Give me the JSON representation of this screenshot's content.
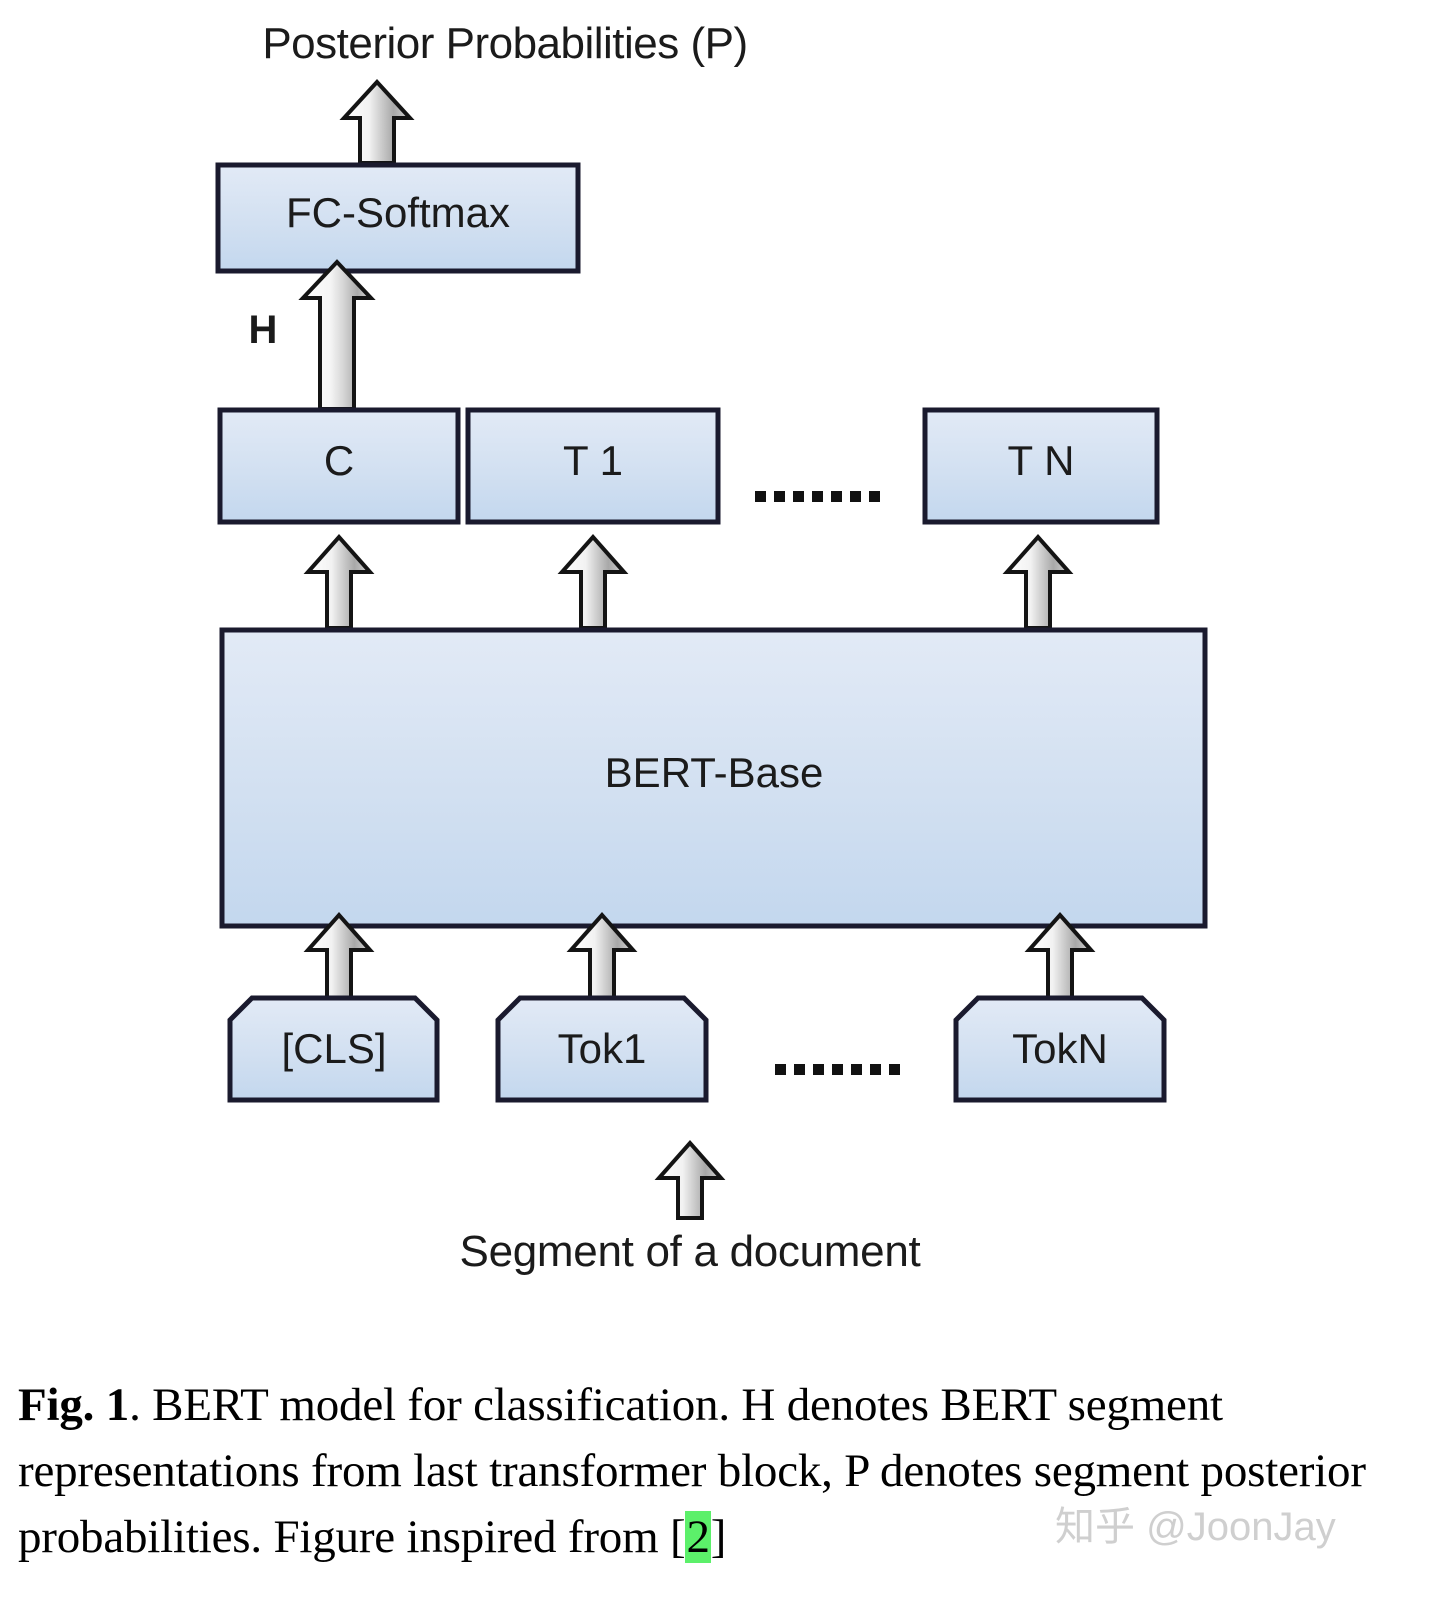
{
  "figure": {
    "title": "Posterior Probabilities (P)",
    "output_head": {
      "label": "FC-Softmax"
    },
    "hidden_flow_label": "H",
    "encoder": {
      "label": "BERT-Base"
    },
    "representations": [
      {
        "label": "C"
      },
      {
        "label": "T 1"
      },
      {
        "label": "T N"
      }
    ],
    "representations_ellipsis": "•••••••",
    "tokens": [
      {
        "label": "[CLS]"
      },
      {
        "label": "Tok1"
      },
      {
        "label": "TokN"
      }
    ],
    "tokens_ellipsis": "•••••••",
    "input_label": "Segment of a document",
    "colors": {
      "box_fill_top": "#dce6f4",
      "box_fill_bottom": "#c6d9ef",
      "box_stroke": "#1a1a2e",
      "arrow_fill_light": "#fdfdfd",
      "arrow_fill_dark": "#9e9e9e",
      "arrow_stroke": "#141414",
      "text": "#1b1b1b",
      "highlight": "#5cf06a"
    }
  },
  "caption": {
    "figure_number": "Fig. 1",
    "text_before_ref": ". BERT model for classification. H denotes BERT segment representations from last transformer block, P denotes segment posterior probabilities. Figure inspired from [",
    "reference": "2",
    "text_after_ref": "]"
  },
  "watermark": {
    "text": "知乎 @JoonJay"
  }
}
